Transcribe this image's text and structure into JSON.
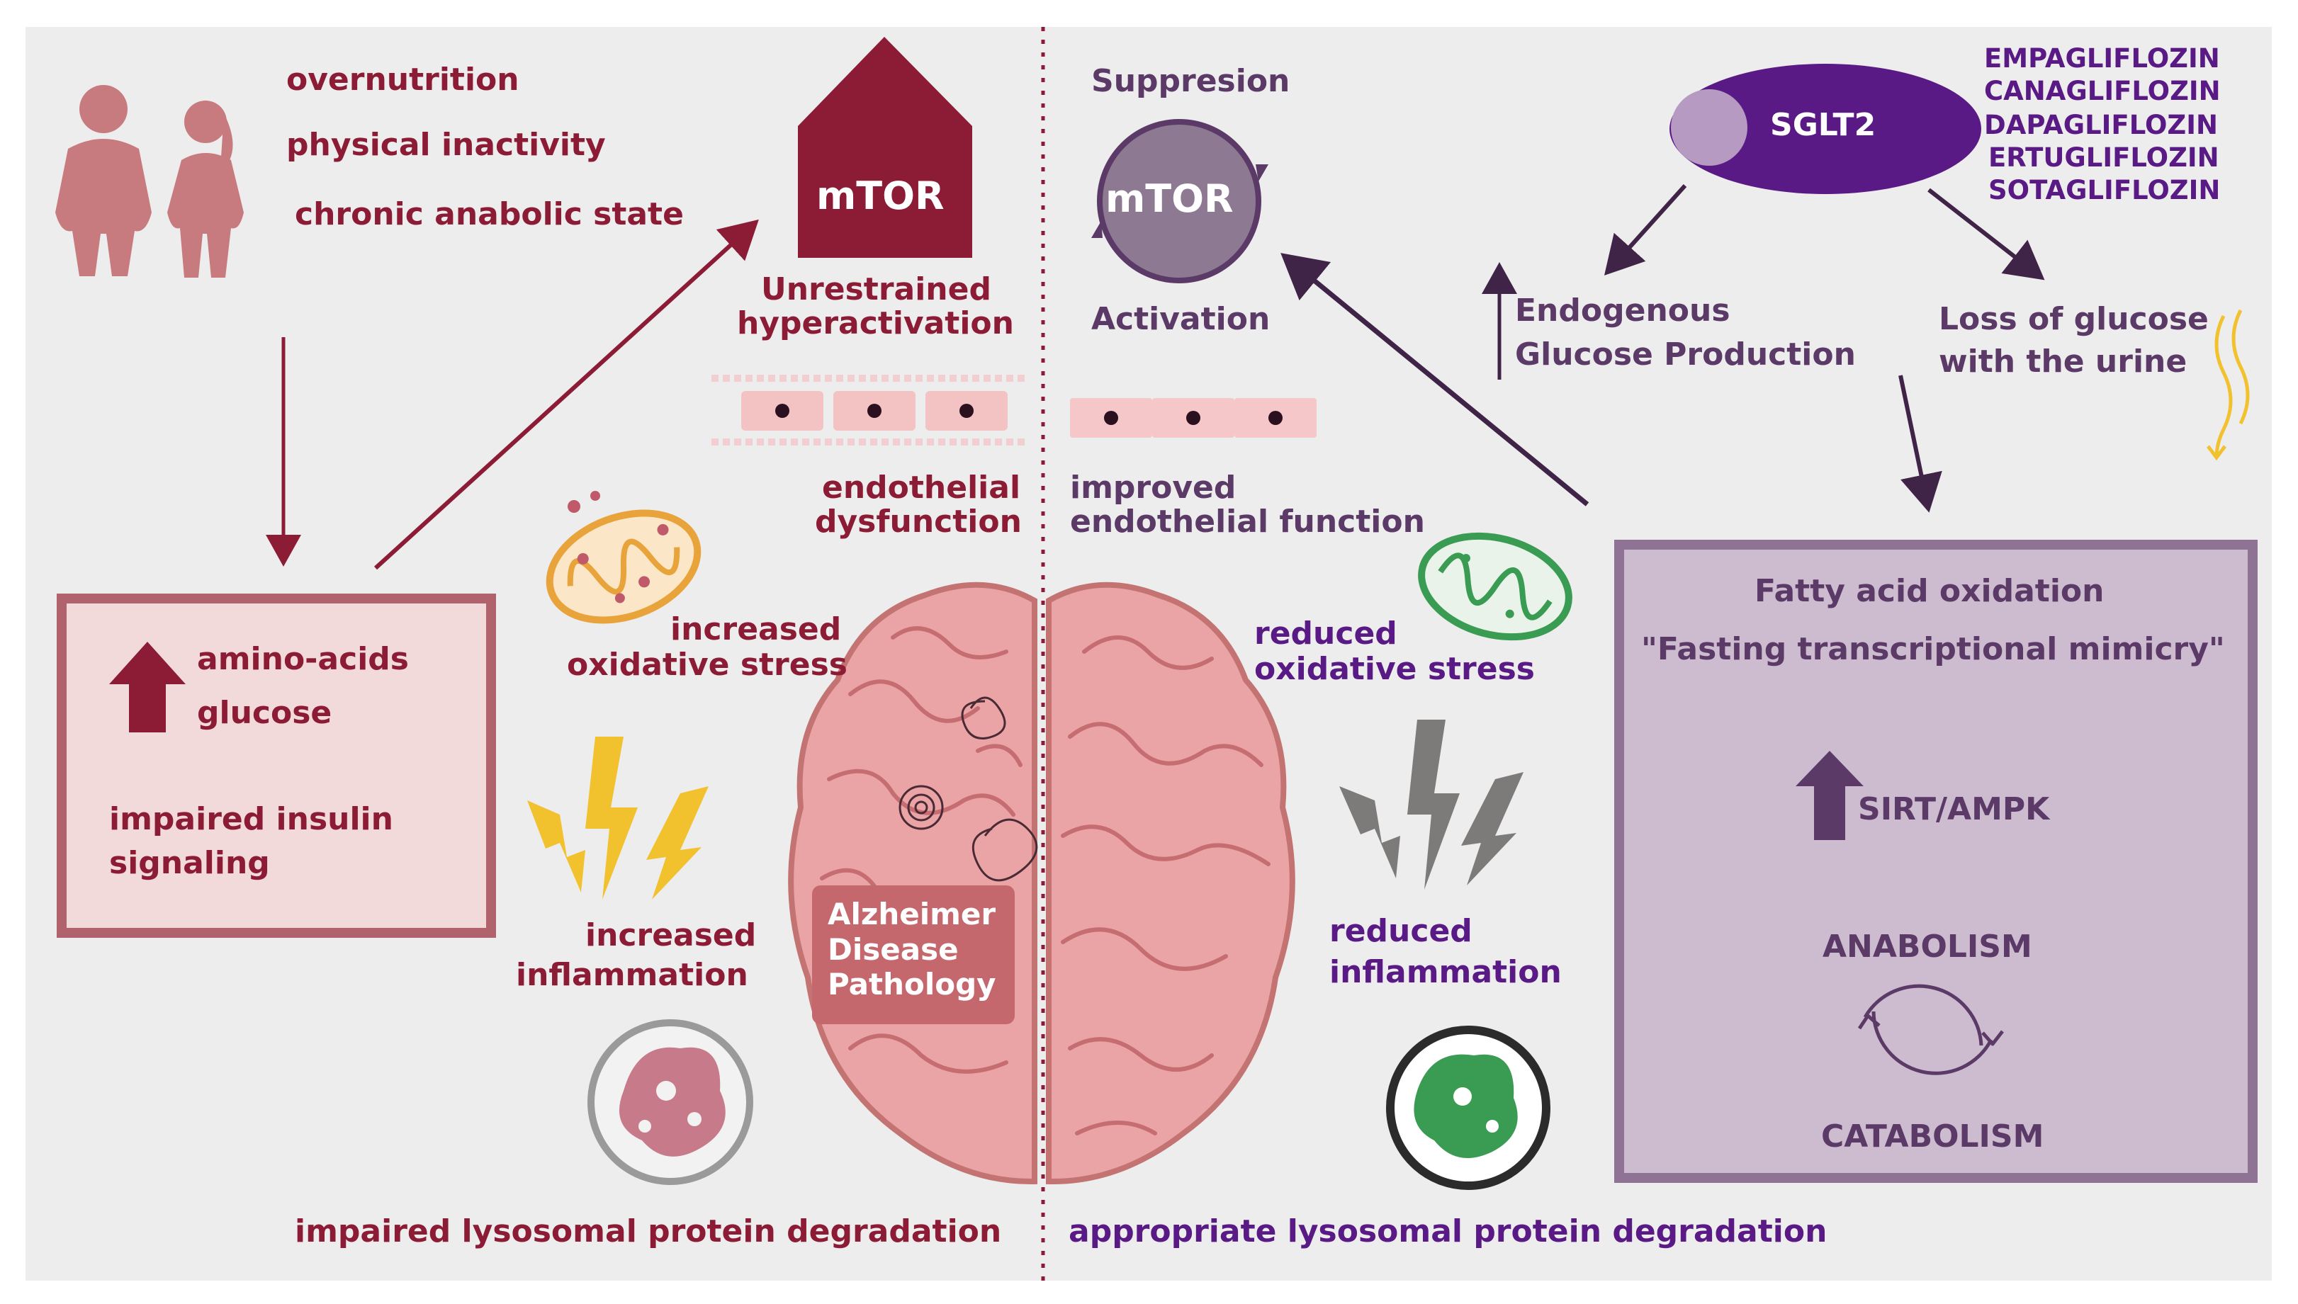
{
  "colors": {
    "maroon": "#8c1c35",
    "plum": "#5b3a67",
    "purple": "#5a1a86",
    "brain_pink": "#e8a3a4",
    "cell_pink": "#f3c3c4",
    "right_box": "#cdbccf",
    "left_box": "#f2d9da",
    "lightning_yellow": "#f2c12e",
    "lightning_gray": "#7d7a7a",
    "mito_orange": "#e8a33a",
    "mito_green": "#3a9b53"
  },
  "icons": [
    "people-icon",
    "mtor-house-icon",
    "mtor-cycle-icon",
    "sglt2-pill-icon",
    "brain-icon",
    "mitochondrion-icon",
    "lightning-icon",
    "lysosome-icon",
    "cycle-arrows-icon",
    "up-arrow-icon",
    "urine-wave-icon"
  ],
  "left": {
    "risk_factors": [
      "overnutrition",
      "physical inactivity",
      "chronic anabolic state"
    ],
    "mtor_label": "mTOR",
    "mtor_caption_1": "Unrestrained",
    "mtor_caption_2": "hyperactivation",
    "endothelial_1": "endothelial",
    "endothelial_2": "dysfunction",
    "oxidative_1": "increased",
    "oxidative_2": "oxidative stress",
    "inflammation_1": "increased",
    "inflammation_2": "inflammation",
    "lysosomal": "impaired lysosomal protein degradation",
    "box": {
      "line1": "amino-acids",
      "line2": "glucose",
      "line3": "impaired insulin",
      "line4": "signaling"
    }
  },
  "center": {
    "ad_label": [
      "Alzheimer",
      "Disease",
      "Pathology"
    ]
  },
  "right": {
    "suppression": "Suppresion",
    "mtor_label": "mTOR",
    "activation": "Activation",
    "endothelial_1": "improved",
    "endothelial_2": "endothelial function",
    "oxidative_1": "reduced",
    "oxidative_2": "oxidative stress",
    "inflammation_1": "reduced",
    "inflammation_2": "inflammation",
    "lysosomal": "appropriate lysosomal protein degradation",
    "sglt2": "SGLT2",
    "drugs": [
      "EMPAGLIFLOZIN",
      "CANAGLIFLOZIN",
      "DAPAGLIFLOZIN",
      "ERTUGLIFLOZIN",
      "SOTAGLIFLOZIN"
    ],
    "egp_1": "Endogenous",
    "egp_2": "Glucose Production",
    "urine_1": "Loss of glucose",
    "urine_2": "with the urine",
    "box": {
      "title": "Fatty acid oxidation",
      "subtitle": "\"Fasting transcriptional mimicry\"",
      "sirt": "SIRT/AMPK",
      "anabolism": "ANABOLISM",
      "catabolism": "CATABOLISM"
    }
  }
}
